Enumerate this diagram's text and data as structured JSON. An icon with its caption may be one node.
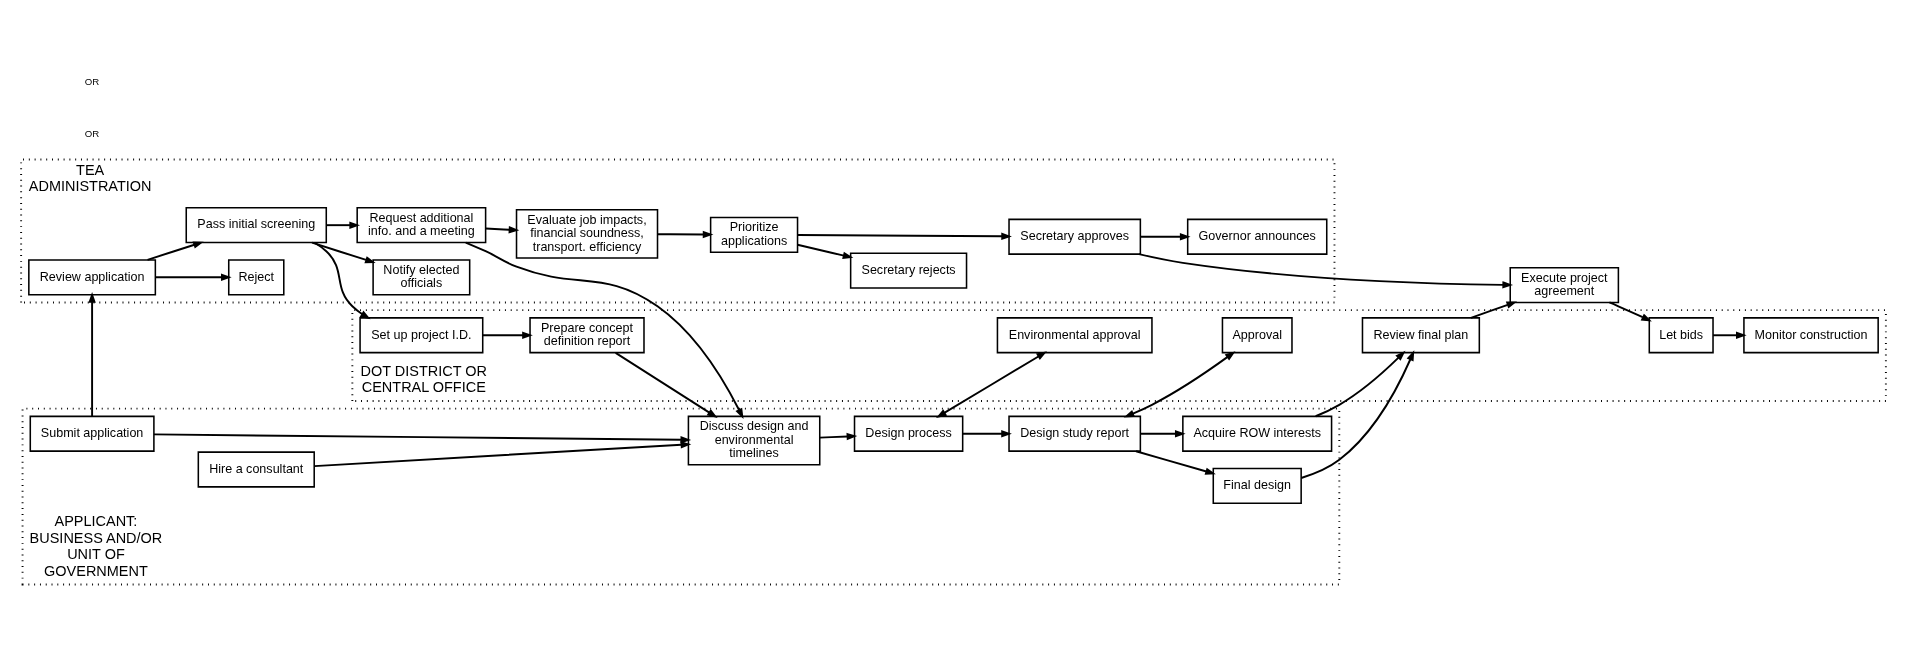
{
  "diagram": {
    "nodes": [
      {
        "text": [
          "TEA ADMINISTRATION"
        ]
      },
      {
        "text": [
          "Review application"
        ],
        "in": 0
      },
      {
        "text": [
          "Reject"
        ],
        "in": 0
      },
      {
        "text": [
          "Pass initial screening"
        ],
        "in": 0
      },
      {
        "text": [
          "Notify elected officials"
        ],
        "in": 0
      },
      {
        "text": [
          "Request additional info. and a meeting"
        ],
        "in": 0
      },
      {
        "text": [
          "Evaluate job impacts, financial soundness, transport. efficiency"
        ],
        "in": 0
      },
      {
        "text": [
          "Prioritize applications"
        ],
        "in": 0
      },
      {
        "text": [
          "Secretary rejects"
        ],
        "in": 0
      },
      {
        "text": [
          "Secretary approves"
        ],
        "in": 0
      },
      {
        "text": [
          "Governor announces"
        ],
        "in": 0
      },
      {
        "text": [
          "APPLICANT: BUSINESS AND/OR UNIT OF GOVERNMENT"
        ]
      },
      {
        "text": [
          "Submit application"
        ],
        "in": 11
      },
      {
        "text": [
          "Hire a consultant"
        ],
        "in": 11
      },
      {
        "text": [
          "Discuss design and environmental timelines"
        ],
        "in": 11
      },
      {
        "text": [
          "Design process"
        ],
        "in": 11
      },
      {
        "text": [
          "Design study report"
        ],
        "in": 11
      },
      {
        "text": [
          "Final design"
        ],
        "in": 11
      },
      {
        "text": [
          "Acquire ROW interests"
        ],
        "in": 11
      },
      {
        "text": [
          "Execute project agreement"
        ]
      },
      {
        "text": [
          "DOT DISTRICT OR CENTRAL OFFICE"
        ]
      },
      {
        "text": [
          "Set up project I.D."
        ],
        "in": 20
      },
      {
        "text": [
          "Prepare concept definition report"
        ],
        "in": 20
      },
      {
        "text": [
          "Environmental approval"
        ],
        "in": 20
      },
      {
        "text": [
          "Approval"
        ],
        "in": 20
      },
      {
        "text": [
          "Review final plan"
        ],
        "in": 20
      },
      {
        "text": [
          "Let bids"
        ],
        "in": 20
      },
      {
        "text": [
          "Monitor construction"
        ],
        "in": 20
      }
    ],
    "edges": [
      {
        "from": 1,
        "to": 2,
        "arrow": "to"
      },
      {
        "from": 1,
        "to": 3,
        "arrow": "to"
      },
      {
        "from": 12,
        "to": 1,
        "arrow": "to"
      },
      {
        "from": 3,
        "to": 4,
        "arrow": "to"
      },
      {
        "from": 3,
        "to": 5,
        "arrow": "to"
      },
      {
        "from": 5,
        "to": 6,
        "arrow": "to"
      },
      {
        "from": 6,
        "to": 7,
        "arrow": "to"
      },
      {
        "from": 7,
        "to": 8,
        "arrow": "to"
      },
      {
        "from": 7,
        "to": 9,
        "arrow": "to"
      },
      {
        "from": 9,
        "to": 10,
        "arrow": "to"
      },
      {
        "from": 9,
        "to": 19,
        "arrow": "to"
      },
      {
        "from": 3,
        "to": 21,
        "arrow": "to"
      },
      {
        "from": 5,
        "to": 14,
        "arrow": "to"
      },
      {
        "from": 12,
        "to": 14,
        "arrow": "to"
      },
      {
        "from": 13,
        "to": 14,
        "arrow": "to"
      },
      {
        "from": 21,
        "to": 22,
        "arrow": "to"
      },
      {
        "from": 22,
        "to": 14,
        "arrow": "to"
      },
      {
        "from": 14,
        "to": 15,
        "arrow": "to"
      },
      {
        "from": 15,
        "to": 16,
        "arrow": "to"
      },
      {
        "from": 15,
        "to": 23,
        "arrow": "both"
      },
      {
        "from": 16,
        "to": 17,
        "arrow": "to"
      },
      {
        "from": 16,
        "to": 18,
        "arrow": "to"
      },
      {
        "from": 16,
        "to": 24,
        "arrow": "both"
      },
      {
        "from": 17,
        "to": 25,
        "arrow": "to"
      },
      {
        "from": 18,
        "to": 25,
        "arrow": "to"
      },
      {
        "from": 25,
        "to": 19,
        "arrow": "to"
      },
      {
        "from": 19,
        "to": 26,
        "arrow": "to"
      },
      {
        "from": 26,
        "to": 27,
        "arrow": "to"
      }
    ],
    "labels": [
      "OR",
      "OR"
    ]
  }
}
